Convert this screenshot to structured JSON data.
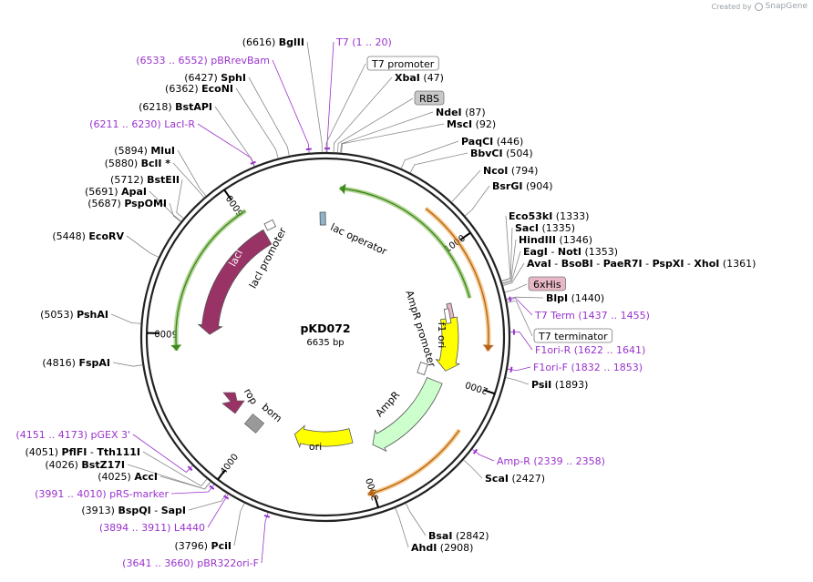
{
  "credit": {
    "created_by": "Created by",
    "brand": "SnapGene"
  },
  "plasmid": {
    "name": "pKD072",
    "size": "6635 bp",
    "length": 6635
  },
  "tick_labels": [
    "1000",
    "2000",
    "3000",
    "4000",
    "5000",
    "6000"
  ],
  "sites": [
    {
      "id": "bglII",
      "pos": 6616,
      "label": "BglII",
      "num": "(6616)",
      "num_first": true
    },
    {
      "id": "sphI",
      "pos": 6427,
      "label": "SphI",
      "num": "(6427)",
      "num_first": true
    },
    {
      "id": "ecoNI",
      "pos": 6362,
      "label": "EcoNI",
      "num": "(6362)",
      "num_first": true
    },
    {
      "id": "bstAPI",
      "pos": 6218,
      "label": "BstAPI",
      "num": "(6218)",
      "num_first": true
    },
    {
      "id": "mluI",
      "pos": 5894,
      "label": "MluI",
      "num": "(5894)",
      "num_first": true
    },
    {
      "id": "bclI",
      "pos": 5880,
      "label": "BclI *",
      "num": "(5880)",
      "num_first": true
    },
    {
      "id": "bstEII",
      "pos": 5712,
      "label": "BstEII",
      "num": "(5712)",
      "num_first": true
    },
    {
      "id": "apaI",
      "pos": 5691,
      "label": "ApaI",
      "num": "(5691)",
      "num_first": true
    },
    {
      "id": "pspOMI",
      "pos": 5687,
      "label": "PspOMI",
      "num": "(5687)",
      "num_first": true
    },
    {
      "id": "ecoRV",
      "pos": 5448,
      "label": "EcoRV",
      "num": "(5448)",
      "num_first": true
    },
    {
      "id": "pshAI",
      "pos": 5053,
      "label": "PshAI",
      "num": "(5053)",
      "num_first": true
    },
    {
      "id": "fspAI",
      "pos": 4816,
      "label": "FspAI",
      "num": "(4816)",
      "num_first": true
    },
    {
      "id": "pflFI",
      "pos": 4051,
      "label": "PflFI - Tth111I",
      "num": "(4051)",
      "num_first": true
    },
    {
      "id": "bstZ17I",
      "pos": 4026,
      "label": "BstZ17I",
      "num": "(4026)",
      "num_first": true
    },
    {
      "id": "accI",
      "pos": 4025,
      "label": "AccI",
      "num": "(4025)",
      "num_first": true
    },
    {
      "id": "bspQI",
      "pos": 3913,
      "label": "BspQI - SapI",
      "num": "(3913)",
      "num_first": true
    },
    {
      "id": "pciI",
      "pos": 3796,
      "label": "PciI",
      "num": "(3796)",
      "num_first": true
    },
    {
      "id": "xbaI",
      "pos": 47,
      "label": "XbaI",
      "num": "(47)",
      "num_first": false
    },
    {
      "id": "ndeI",
      "pos": 87,
      "label": "NdeI",
      "num": "(87)",
      "num_first": false
    },
    {
      "id": "mscI",
      "pos": 92,
      "label": "MscI",
      "num": "(92)",
      "num_first": false
    },
    {
      "id": "paqCI",
      "pos": 446,
      "label": "PaqCI",
      "num": "(446)",
      "num_first": false
    },
    {
      "id": "bbvCI",
      "pos": 504,
      "label": "BbvCI",
      "num": "(504)",
      "num_first": false
    },
    {
      "id": "ncoI",
      "pos": 794,
      "label": "NcoI",
      "num": "(794)",
      "num_first": false
    },
    {
      "id": "bsrGI",
      "pos": 904,
      "label": "BsrGI",
      "num": "(904)",
      "num_first": false
    },
    {
      "id": "eco53kI",
      "pos": 1333,
      "label": "Eco53kI",
      "num": "(1333)",
      "num_first": false
    },
    {
      "id": "sacI",
      "pos": 1335,
      "label": "SacI",
      "num": "(1335)",
      "num_first": false
    },
    {
      "id": "hindIII",
      "pos": 1346,
      "label": "HindIII",
      "num": "(1346)",
      "num_first": false
    },
    {
      "id": "eagI",
      "pos": 1353,
      "label": "EagI - NotI",
      "num": "(1353)",
      "num_first": false
    },
    {
      "id": "avaI",
      "pos": 1361,
      "label": "AvaI - BsoBI - PaeR7I - PspXI - XhoI",
      "num": "(1361)",
      "num_first": false
    },
    {
      "id": "blpI",
      "pos": 1440,
      "label": "BlpI",
      "num": "(1440)",
      "num_first": false
    },
    {
      "id": "psiI",
      "pos": 1893,
      "label": "PsiI",
      "num": "(1893)",
      "num_first": false
    },
    {
      "id": "scaI",
      "pos": 2427,
      "label": "ScaI",
      "num": "(2427)",
      "num_first": false
    },
    {
      "id": "bsaI",
      "pos": 2842,
      "label": "BsaI",
      "num": "(2842)",
      "num_first": false
    },
    {
      "id": "ahdI",
      "pos": 2908,
      "label": "AhdI",
      "num": "(2908)",
      "num_first": false
    }
  ],
  "primers": [
    {
      "id": "t7",
      "pos": 10,
      "label": "T7",
      "range": "(1 .. 20)",
      "num_first": false
    },
    {
      "id": "pbrrevbam",
      "pos": 6542,
      "label": "pBRrevBam",
      "range": "(6533 .. 6552)",
      "num_first": true
    },
    {
      "id": "laci-r",
      "pos": 6220,
      "label": "LacI-R",
      "range": "(6211 .. 6230)",
      "num_first": true
    },
    {
      "id": "t7-term",
      "pos": 1446,
      "label": "T7 Term",
      "range": "(1437 .. 1455)",
      "num_first": false
    },
    {
      "id": "f1ori-r",
      "pos": 1631,
      "label": "F1ori-R",
      "range": "(1622 .. 1641)",
      "num_first": false
    },
    {
      "id": "f1ori-f",
      "pos": 1842,
      "label": "F1ori-F",
      "range": "(1832 .. 1853)",
      "num_first": false
    },
    {
      "id": "amp-r",
      "pos": 2348,
      "label": "Amp-R",
      "range": "(2339 .. 2358)",
      "num_first": false
    },
    {
      "id": "pgex3",
      "pos": 4162,
      "label": "pGEX 3'",
      "range": "(4151 .. 4173)",
      "num_first": true
    },
    {
      "id": "prs-marker",
      "pos": 4000,
      "label": "pRS-marker",
      "range": "(3991 .. 4010)",
      "num_first": true
    },
    {
      "id": "l4440",
      "pos": 3902,
      "label": "L4440",
      "range": "(3894 .. 3911)",
      "num_first": true
    },
    {
      "id": "pbr322ori-f",
      "pos": 3650,
      "label": "pBR322ori-F",
      "range": "(3641 .. 3660)",
      "num_first": true
    }
  ],
  "boxed_features": [
    {
      "id": "t7-promoter",
      "pos": 5,
      "label": "T7 promoter",
      "fill": "#ffffff"
    },
    {
      "id": "rbs",
      "pos": 70,
      "label": "RBS",
      "fill": "#c8c8c8"
    },
    {
      "id": "6xhis",
      "pos": 1400,
      "label": "6xHis",
      "fill": "#e9b8c6"
    },
    {
      "id": "t7-terminator",
      "pos": 1460,
      "label": "T7 terminator",
      "fill": "#ffffff"
    }
  ],
  "inner_features": [
    {
      "id": "laci",
      "label": "lacI",
      "start": 6080,
      "end": 5000,
      "color": "#993366"
    },
    {
      "id": "laci-promoter",
      "label": "lacI promoter",
      "start": 6190,
      "end": 6110,
      "color": "#ffffff"
    },
    {
      "id": "lac-operator",
      "label": "lac operator",
      "start": 6625,
      "end": 6600,
      "color": "#8fb3c9"
    },
    {
      "id": "f1-ori",
      "label": "f1 ori",
      "start": 1500,
      "end": 1950,
      "color": "#ffff00"
    },
    {
      "id": "ampr-promoter",
      "label": "AmpR promoter",
      "start": 1960,
      "end": 2050,
      "color": "#ffffff"
    },
    {
      "id": "ampr",
      "label": "AmpR",
      "start": 2060,
      "end": 2880,
      "color": "#ccffcc"
    },
    {
      "id": "ori",
      "label": "ori",
      "start": 3050,
      "end": 3640,
      "color": "#ffff00"
    },
    {
      "id": "rop",
      "label": "rop",
      "start": 4430,
      "end": 4260,
      "color": "#993366"
    },
    {
      "id": "bom",
      "label": "bom",
      "start": 4170,
      "end": 4110,
      "color": "#999999"
    }
  ],
  "arcs": [
    {
      "id": "orange-arc-top",
      "start": 700,
      "end": 1750,
      "color": "#f0a030",
      "dir": "cw"
    },
    {
      "id": "orange-arc-bottom",
      "start": 2300,
      "end": 3040,
      "color": "#f0a030",
      "dir": "cw"
    },
    {
      "id": "green-arc-top",
      "start": 1380,
      "end": 100,
      "color": "#7cb342",
      "dir": "ccw"
    },
    {
      "id": "green-arc-left",
      "start": 6040,
      "end": 4880,
      "color": "#7cb342",
      "dir": "ccw"
    }
  ]
}
